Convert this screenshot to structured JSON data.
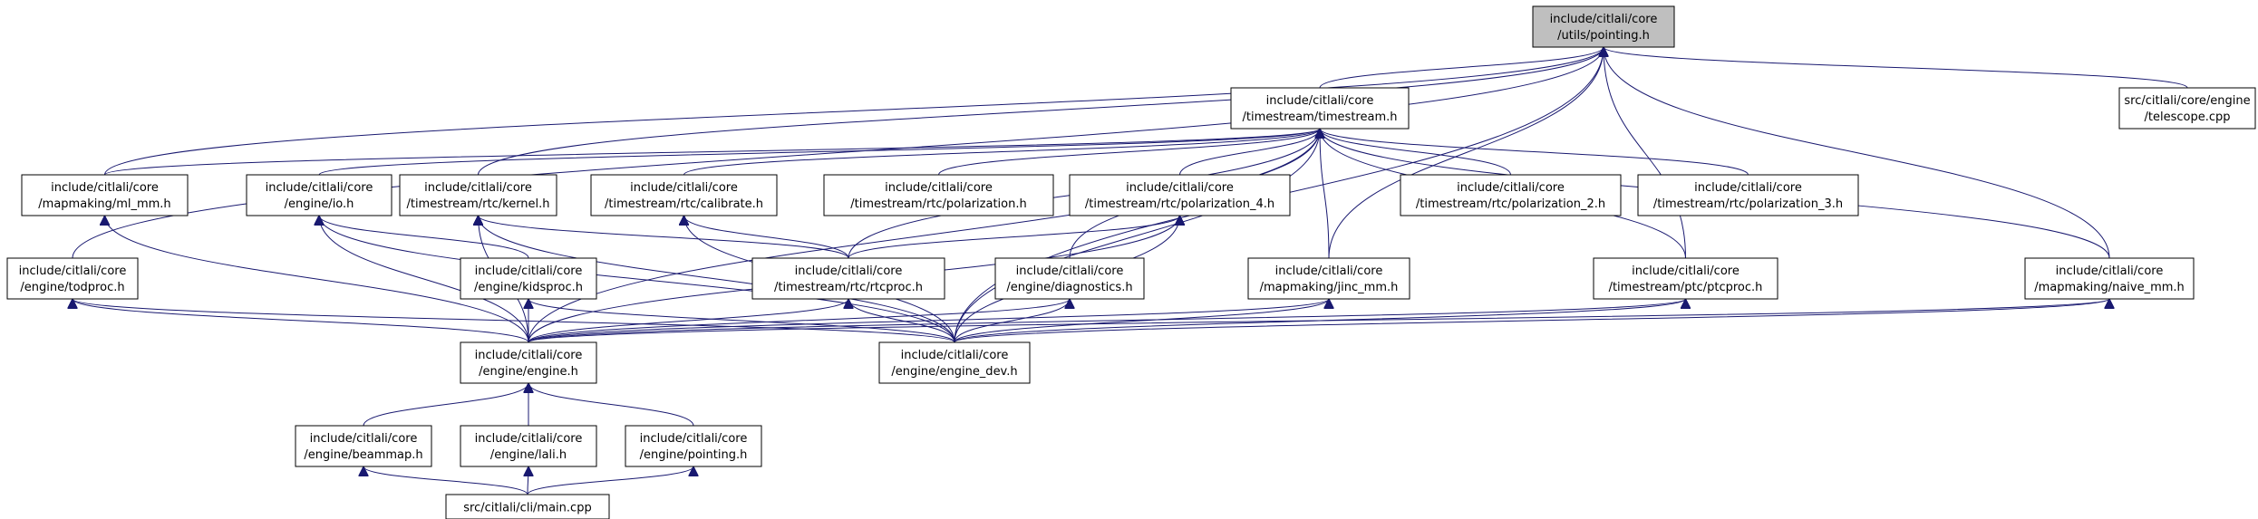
{
  "colors": {
    "edge": "#191970",
    "root_fill": "#bfbfbf",
    "node_fill": "#ffffff",
    "node_border": "#000000"
  },
  "nodes": {
    "pointing": {
      "line1": "include/citlali/core",
      "line2": "/utils/pointing.h",
      "root": true
    },
    "timestream": {
      "line1": "include/citlali/core",
      "line2": "/timestream/timestream.h"
    },
    "telescope": {
      "line1": "src/citlali/core/engine",
      "line2": "/telescope.cpp"
    },
    "ml_mm": {
      "line1": "include/citlali/core",
      "line2": "/mapmaking/ml_mm.h"
    },
    "io": {
      "line1": "include/citlali/core",
      "line2": "/engine/io.h"
    },
    "kernel": {
      "line1": "include/citlali/core",
      "line2": "/timestream/rtc/kernel.h"
    },
    "calibrate": {
      "line1": "include/citlali/core",
      "line2": "/timestream/rtc/calibrate.h"
    },
    "polarization": {
      "line1": "include/citlali/core",
      "line2": "/timestream/rtc/polarization.h"
    },
    "polarization_4": {
      "line1": "include/citlali/core",
      "line2": "/timestream/rtc/polarization_4.h"
    },
    "polarization_2": {
      "line1": "include/citlali/core",
      "line2": "/timestream/rtc/polarization_2.h"
    },
    "polarization_3": {
      "line1": "include/citlali/core",
      "line2": "/timestream/rtc/polarization_3.h"
    },
    "todproc": {
      "line1": "include/citlali/core",
      "line2": "/engine/todproc.h"
    },
    "kidsproc": {
      "line1": "include/citlali/core",
      "line2": "/engine/kidsproc.h"
    },
    "rtcproc": {
      "line1": "include/citlali/core",
      "line2": "/timestream/rtc/rtcproc.h"
    },
    "diagnostics": {
      "line1": "include/citlali/core",
      "line2": "/engine/diagnostics.h"
    },
    "jinc_mm": {
      "line1": "include/citlali/core",
      "line2": "/mapmaking/jinc_mm.h"
    },
    "ptcproc": {
      "line1": "include/citlali/core",
      "line2": "/timestream/ptc/ptcproc.h"
    },
    "naive_mm": {
      "line1": "include/citlali/core",
      "line2": "/mapmaking/naive_mm.h"
    },
    "engine": {
      "line1": "include/citlali/core",
      "line2": "/engine/engine.h"
    },
    "engine_dev": {
      "line1": "include/citlali/core",
      "line2": "/engine/engine_dev.h"
    },
    "beammap": {
      "line1": "include/citlali/core",
      "line2": "/engine/beammap.h"
    },
    "lali": {
      "line1": "include/citlali/core",
      "line2": "/engine/lali.h"
    },
    "pointing_engine": {
      "line1": "include/citlali/core",
      "line2": "/engine/pointing.h"
    },
    "main": {
      "line1": "src/citlali/cli/main.cpp",
      "line2": ""
    }
  },
  "edges": [
    [
      "timestream",
      "pointing"
    ],
    [
      "telescope",
      "pointing"
    ],
    [
      "ml_mm",
      "pointing"
    ],
    [
      "kernel",
      "pointing"
    ],
    [
      "todproc",
      "pointing"
    ],
    [
      "naive_mm",
      "pointing"
    ],
    [
      "ptcproc",
      "pointing"
    ],
    [
      "jinc_mm",
      "pointing"
    ],
    [
      "engine_dev",
      "pointing"
    ],
    [
      "ml_mm",
      "timestream"
    ],
    [
      "io",
      "timestream"
    ],
    [
      "engine",
      "timestream"
    ],
    [
      "calibrate",
      "timestream"
    ],
    [
      "polarization",
      "timestream"
    ],
    [
      "polarization_4",
      "timestream"
    ],
    [
      "polarization_2",
      "timestream"
    ],
    [
      "polarization_3",
      "timestream"
    ],
    [
      "rtcproc",
      "timestream"
    ],
    [
      "diagnostics",
      "timestream"
    ],
    [
      "jinc_mm",
      "timestream"
    ],
    [
      "ptcproc",
      "timestream"
    ],
    [
      "naive_mm",
      "timestream"
    ],
    [
      "engine_dev",
      "timestream"
    ],
    [
      "engine",
      "ml_mm"
    ],
    [
      "engine",
      "io"
    ],
    [
      "kidsproc",
      "io"
    ],
    [
      "engine_dev",
      "io"
    ],
    [
      "engine",
      "kernel"
    ],
    [
      "rtcproc",
      "kernel"
    ],
    [
      "engine_dev",
      "kernel"
    ],
    [
      "rtcproc",
      "calibrate"
    ],
    [
      "engine_dev",
      "calibrate"
    ],
    [
      "rtcproc",
      "polarization_4"
    ],
    [
      "engine",
      "polarization_4"
    ],
    [
      "engine_dev",
      "polarization_4"
    ],
    [
      "engine",
      "todproc"
    ],
    [
      "engine_dev",
      "todproc"
    ],
    [
      "engine",
      "kidsproc"
    ],
    [
      "engine_dev",
      "kidsproc"
    ],
    [
      "engine",
      "rtcproc"
    ],
    [
      "engine_dev",
      "rtcproc"
    ],
    [
      "engine",
      "diagnostics"
    ],
    [
      "engine_dev",
      "diagnostics"
    ],
    [
      "engine",
      "jinc_mm"
    ],
    [
      "engine_dev",
      "jinc_mm"
    ],
    [
      "engine",
      "ptcproc"
    ],
    [
      "engine_dev",
      "ptcproc"
    ],
    [
      "engine",
      "naive_mm"
    ],
    [
      "engine_dev",
      "naive_mm"
    ],
    [
      "beammap",
      "engine"
    ],
    [
      "lali",
      "engine"
    ],
    [
      "pointing_engine",
      "engine"
    ],
    [
      "main",
      "beammap"
    ],
    [
      "main",
      "lali"
    ],
    [
      "main",
      "pointing_engine"
    ]
  ]
}
